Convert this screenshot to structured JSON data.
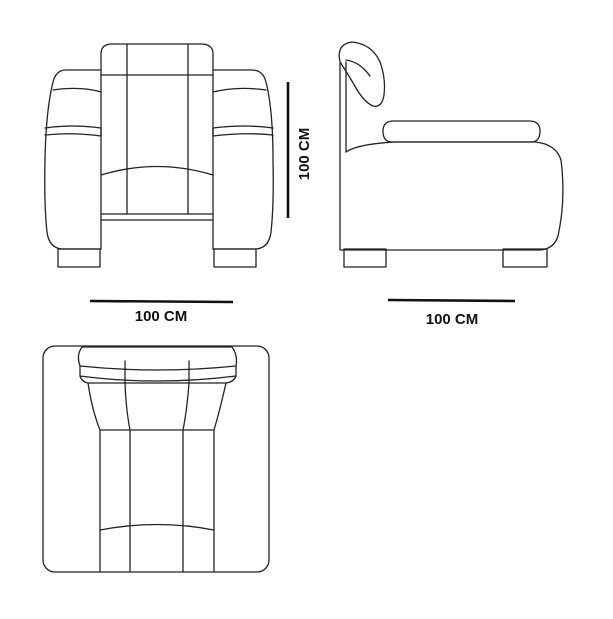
{
  "dimensions": {
    "front_width": "100 CM",
    "front_height": "100 CM",
    "side_depth": "100 CM"
  },
  "colors": {
    "line": "#222222",
    "background": "#ffffff"
  }
}
